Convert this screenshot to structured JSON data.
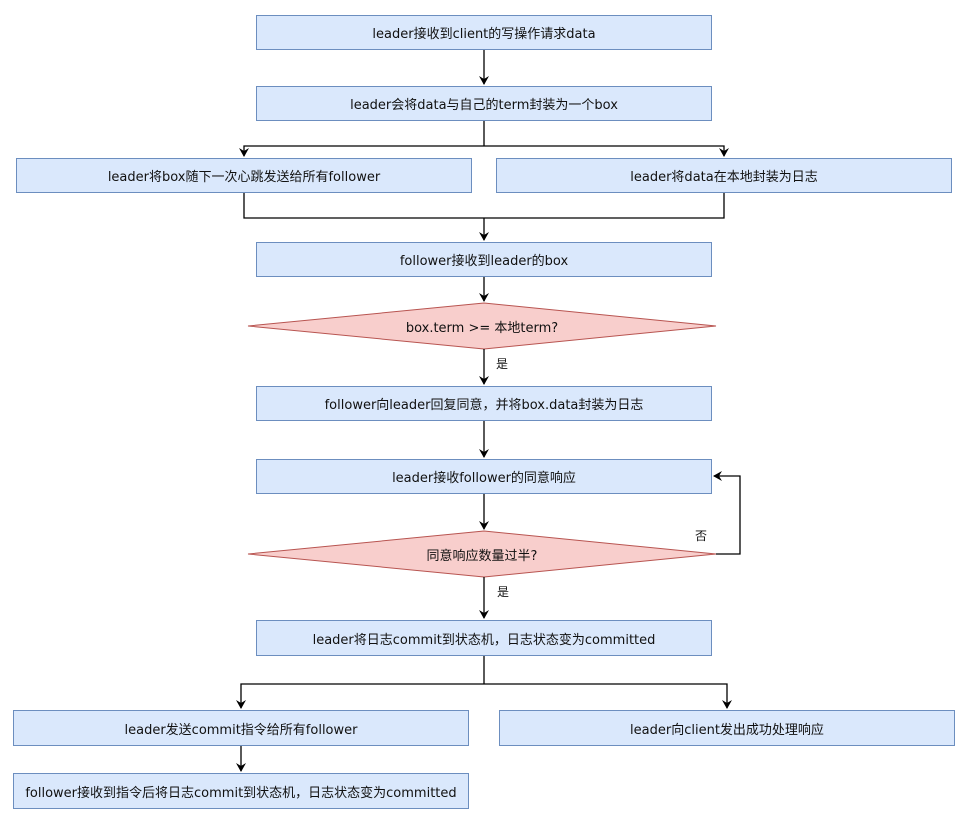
{
  "nodes": {
    "n1": "leader接收到client的写操作请求data",
    "n2": "leader会将data与自己的term封装为一个box",
    "n3": "leader将box随下一次心跳发送给所有follower",
    "n4": "leader将data在本地封装为日志",
    "n5": "follower接收到leader的box",
    "d1": "box.term >= 本地term?",
    "n6": "follower向leader回复同意，并将box.data封装为日志",
    "n7": "leader接收follower的同意响应",
    "d2": "同意响应数量过半?",
    "n8": "leader将日志commit到状态机，日志状态变为committed",
    "n9": "leader发送commit指令给所有follower",
    "n10": "leader向client发出成功处理响应",
    "n11": "follower接收到指令后将日志commit到状态机，日志状态变为committed"
  },
  "edge_labels": {
    "yes1": "是",
    "no": "否",
    "yes2": "是"
  },
  "colors": {
    "box_fill": "#dae8fc",
    "box_stroke": "#6c8ebf",
    "diamond_fill": "#f8cecc",
    "diamond_stroke": "#b85450",
    "edge": "#000000"
  }
}
